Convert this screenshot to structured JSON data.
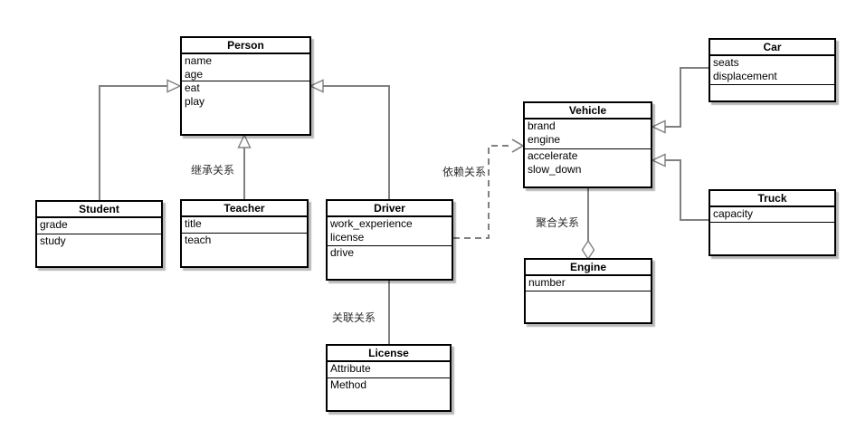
{
  "classes": {
    "person": {
      "name": "Person",
      "attributes": [
        "name",
        "age"
      ],
      "methods": [
        "eat",
        "play"
      ]
    },
    "student": {
      "name": "Student",
      "attributes": [
        "grade"
      ],
      "methods": [
        "study"
      ]
    },
    "teacher": {
      "name": "Teacher",
      "attributes": [
        "title"
      ],
      "methods": [
        "teach"
      ]
    },
    "driver": {
      "name": "Driver",
      "attributes": [
        "work_experience",
        "license"
      ],
      "methods": [
        "drive"
      ]
    },
    "license": {
      "name": "License",
      "attributes": [
        "Attribute"
      ],
      "methods": [
        "Method"
      ]
    },
    "vehicle": {
      "name": "Vehicle",
      "attributes": [
        "brand",
        "engine"
      ],
      "methods": [
        "accelerate",
        "slow_down"
      ]
    },
    "engine": {
      "name": "Engine",
      "attributes": [
        "number"
      ],
      "methods": []
    },
    "car": {
      "name": "Car",
      "attributes": [
        "seats",
        "displacement"
      ],
      "methods": []
    },
    "truck": {
      "name": "Truck",
      "attributes": [
        "capacity"
      ],
      "methods": []
    }
  },
  "relationship_labels": {
    "inheritance": "继承关系",
    "dependency": "依赖关系",
    "aggregation": "聚合关系",
    "association": "关联关系"
  },
  "colors": {
    "background": "#ffffff",
    "box_border": "#000000",
    "connector_line": "#808080",
    "label_text": "#2d2d2d"
  }
}
